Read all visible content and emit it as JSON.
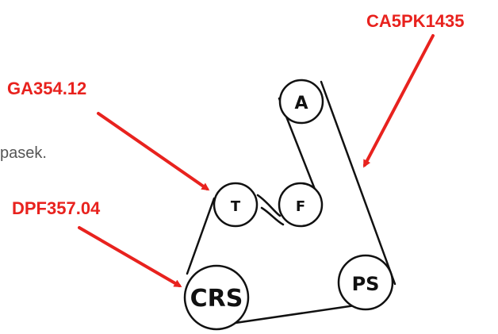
{
  "partial_text": "pasek.",
  "callouts": {
    "belt": "CA5PK1435",
    "tensioner": "GA354.12",
    "damper": "DPF357.04"
  },
  "pulleys": {
    "a": "A",
    "t": "T",
    "f": "F",
    "crs": "CRS",
    "ps": "PS"
  },
  "colors": {
    "callout": "#e8221e",
    "drawing": "#111111",
    "text": "#555555"
  }
}
